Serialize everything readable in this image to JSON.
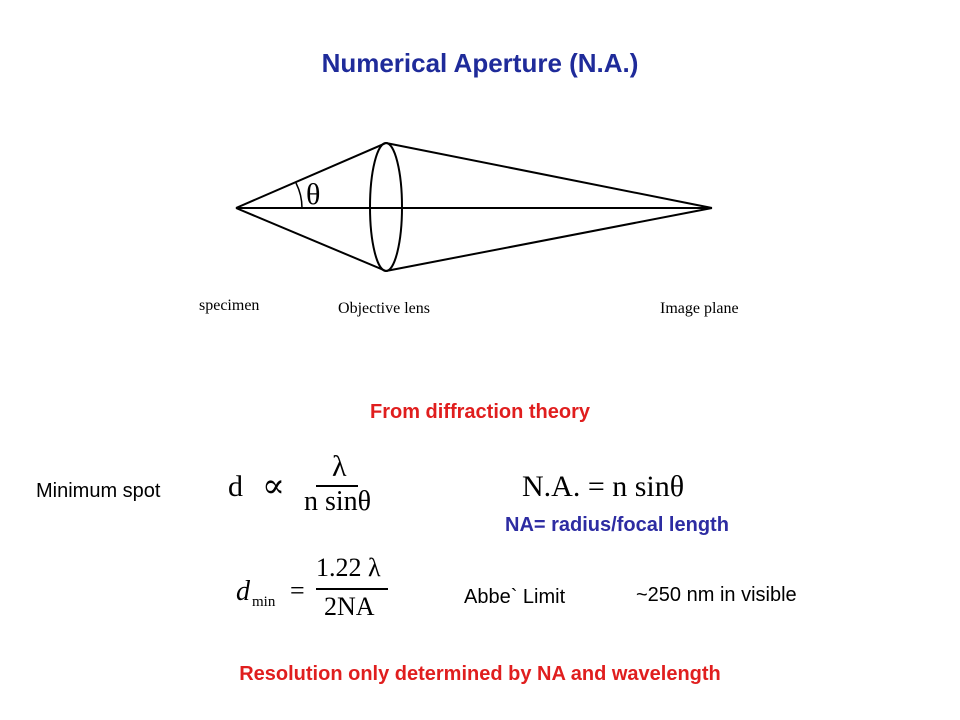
{
  "title": "Numerical Aperture (N.A.)",
  "diagram": {
    "angle_symbol": "θ",
    "labels": {
      "specimen": "specimen",
      "objective": "Objective lens",
      "image_plane": "Image plane"
    }
  },
  "diffraction_heading": "From diffraction theory",
  "minimum_spot": {
    "label": "Minimum spot",
    "lhs": "d",
    "relation": "∝",
    "numerator": "λ",
    "denominator": "n sinθ"
  },
  "numerical_aperture": {
    "formula": "N.A. = n sinθ",
    "definition": "NA= radius/focal length"
  },
  "abbe": {
    "lhs": "d",
    "lhs_subscript": "min",
    "equals": "=",
    "numerator": "1.22 λ",
    "denominator": "2NA",
    "label": "Abbe` Limit",
    "value": "~250 nm in visible"
  },
  "conclusion": "Resolution only determined by NA and wavelength",
  "colors": {
    "title": "#1f2b9a",
    "highlight": "#e01e1e",
    "definition": "#2d2ca2"
  }
}
